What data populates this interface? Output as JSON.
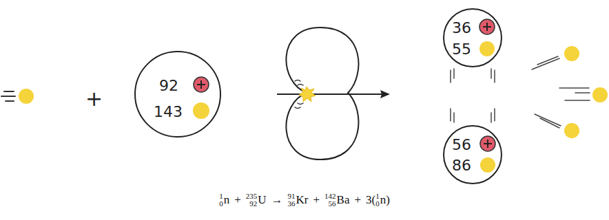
{
  "diagram": {
    "nodes": [
      {
        "text": [
          "92",
          "143"
        ]
      },
      {
        "text": [
          "36",
          "55"
        ]
      },
      {
        "text": [
          "56",
          "86"
        ]
      }
    ],
    "labels": [
      "+",
      "1",
      "0",
      "n",
      "+",
      "235",
      "92",
      "U",
      "→",
      "91",
      "36",
      "Kr",
      "+",
      "142",
      "56",
      "Ba",
      "+",
      "3(",
      "1",
      "0",
      "n)"
    ]
  }
}
